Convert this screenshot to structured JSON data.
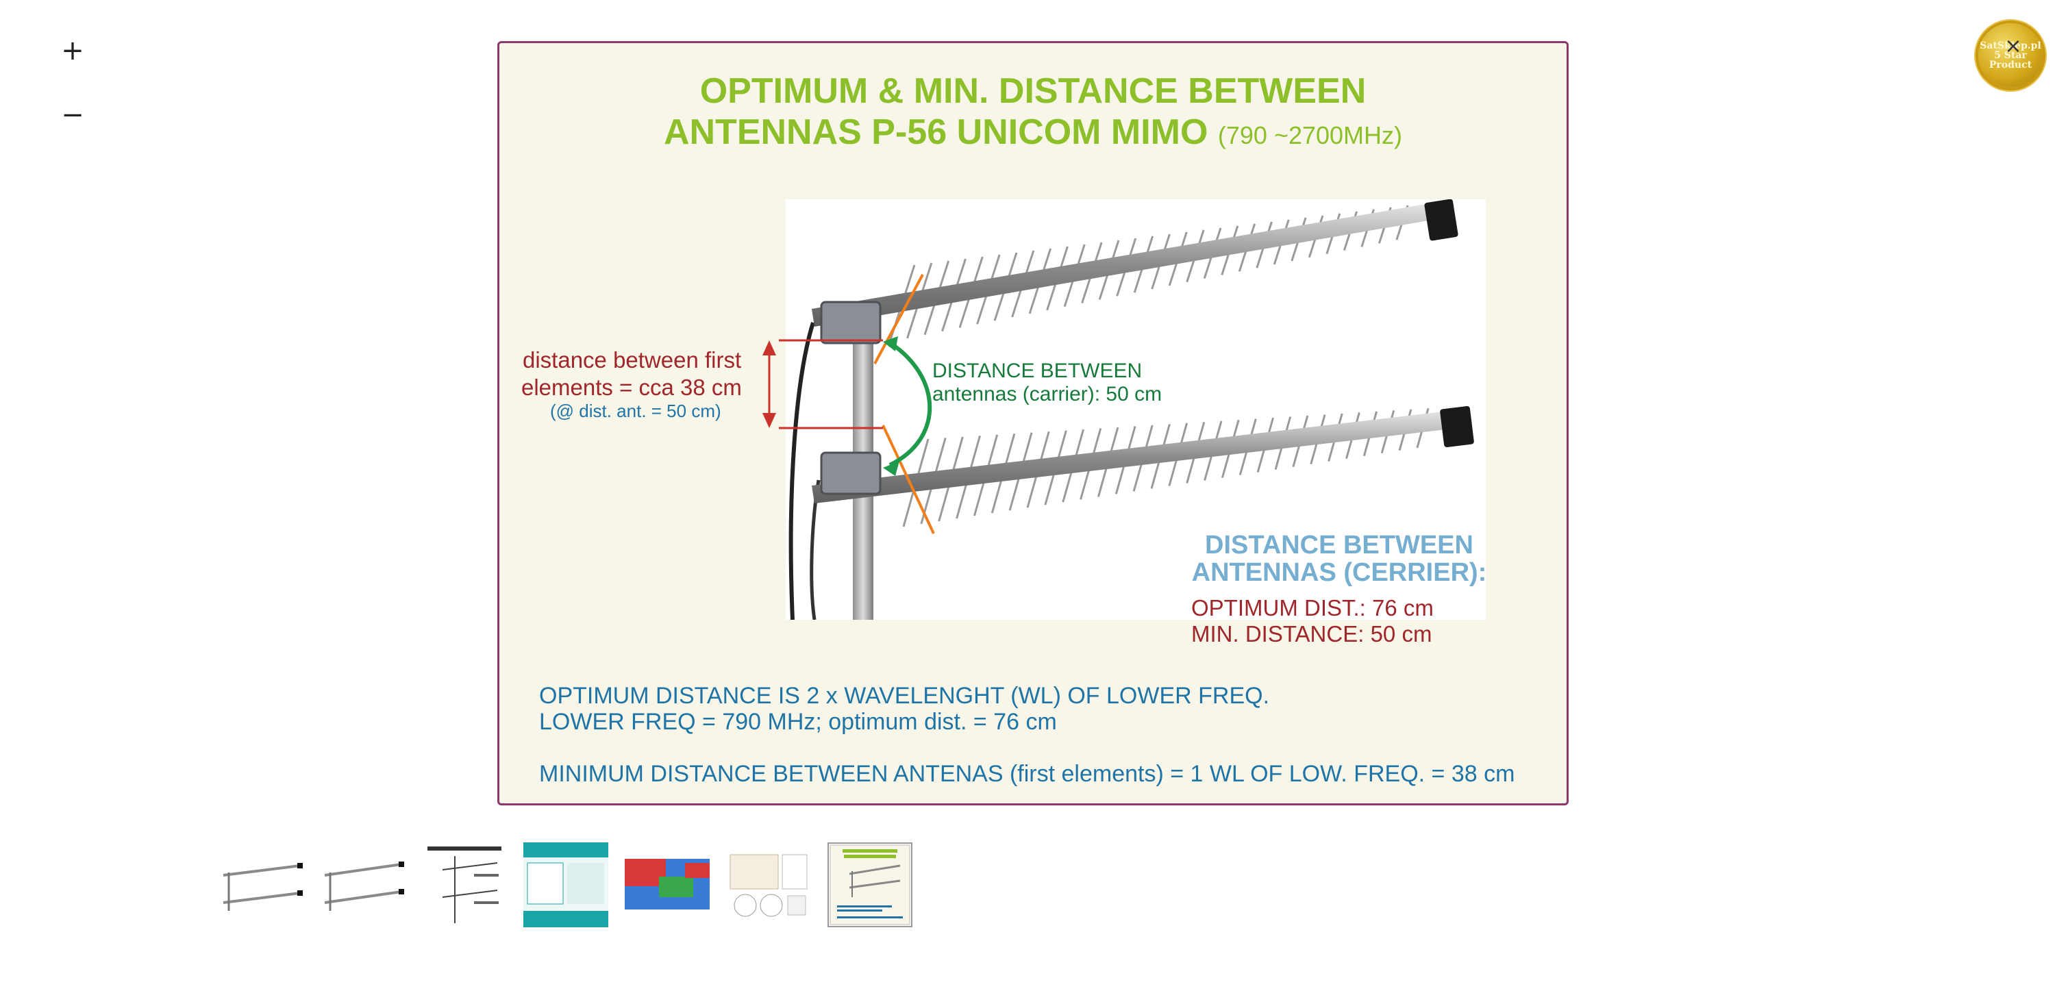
{
  "viewer": {
    "zoom_in_label": "+",
    "zoom_out_label": "−",
    "close_label": "×"
  },
  "badge": {
    "line1": "SatSklep.pl",
    "line2": "5 Star",
    "line3": "Product"
  },
  "slide": {
    "title_line1": "OPTIMUM & MIN. DISTANCE BETWEEN",
    "title_line2": "ANTENNAS P-56 UNICOM MIMO",
    "title_freq": "(790 ~2700MHz)",
    "first_elements_line1": "distance between first",
    "first_elements_line2": "elements = cca 38 cm",
    "first_elements_line3": "(@ dist. ant. = 50 cm)",
    "carrier_line1": "DISTANCE BETWEEN",
    "carrier_line2": "antennas (carrier): 50 cm",
    "cerrier_line1": "DISTANCE BETWEEN",
    "cerrier_line2": "ANTENNAS (CERRIER):",
    "optimum_dist": "OPTIMUM DIST.: 76 cm",
    "min_distance": "MIN. DISTANCE: 50 cm",
    "note_line1": "OPTIMUM DISTANCE IS 2 x WAVELENGHT (WL) OF LOWER FREQ.",
    "note_line2": "LOWER FREQ = 790 MHz; optimum dist. = 76 cm",
    "note_line3": "MINIMUM DISTANCE BETWEEN ANTENAS (first elements) = 1 WL OF LOW. FREQ. = 38 cm"
  },
  "colors": {
    "title_green": "#8cbf2a",
    "label_red": "#a1262a",
    "label_blue": "#1e74a6",
    "carrier_green": "#167a3a",
    "cerrier_lightblue": "#75aed0",
    "slide_border": "#8c3a6c",
    "slide_bg": "#f8f6e8"
  },
  "thumbnails": {
    "count": 7,
    "selected_index": 6
  }
}
